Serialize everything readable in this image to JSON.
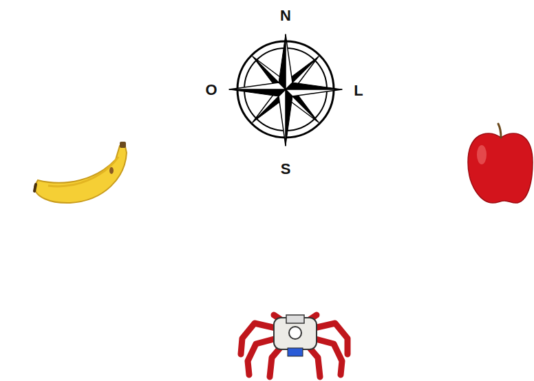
{
  "diagram": {
    "labels": [
      "N",
      "O",
      "L",
      "S"
    ]
  }
}
